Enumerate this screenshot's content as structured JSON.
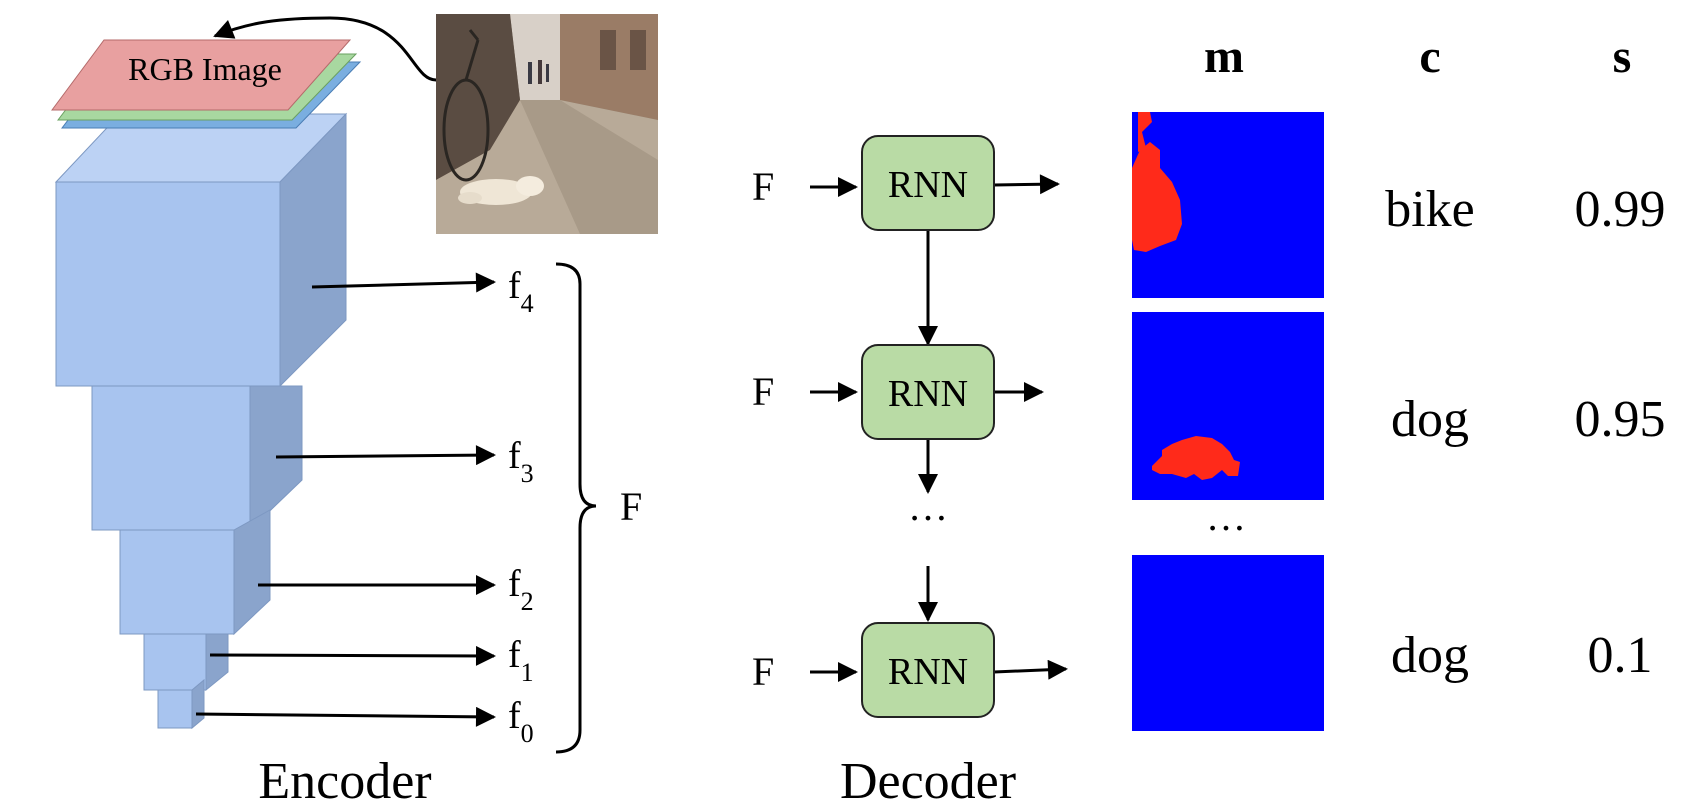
{
  "encoder": {
    "title": "Encoder",
    "input_layer_label": "RGB Image",
    "feature_base": "f",
    "feature_indices": [
      "4",
      "3",
      "2",
      "1",
      "0"
    ],
    "combined_label": "F"
  },
  "decoder": {
    "title": "Decoder",
    "input_label": "F",
    "cell_label": "RNN",
    "ellipsis": "…"
  },
  "outputs": {
    "headers": {
      "mask": "m",
      "class": "c",
      "score": "s"
    },
    "ellipsis": "…",
    "rows": [
      {
        "class": "bike",
        "score": "0.99"
      },
      {
        "class": "dog",
        "score": "0.95"
      },
      {
        "class": "dog",
        "score": "0.1"
      }
    ]
  },
  "colors": {
    "box_front": "#a8c4ef",
    "box_top": "#bcd2f4",
    "box_side": "#8aa4cc",
    "rnn_fill": "#b9dba5",
    "mask_bg": "#0000ff",
    "mask_fg": "#ff2a1a",
    "rgb_red": "#e8a0a0",
    "rgb_green": "#a8d8a0",
    "rgb_blue": "#7aaee0"
  }
}
